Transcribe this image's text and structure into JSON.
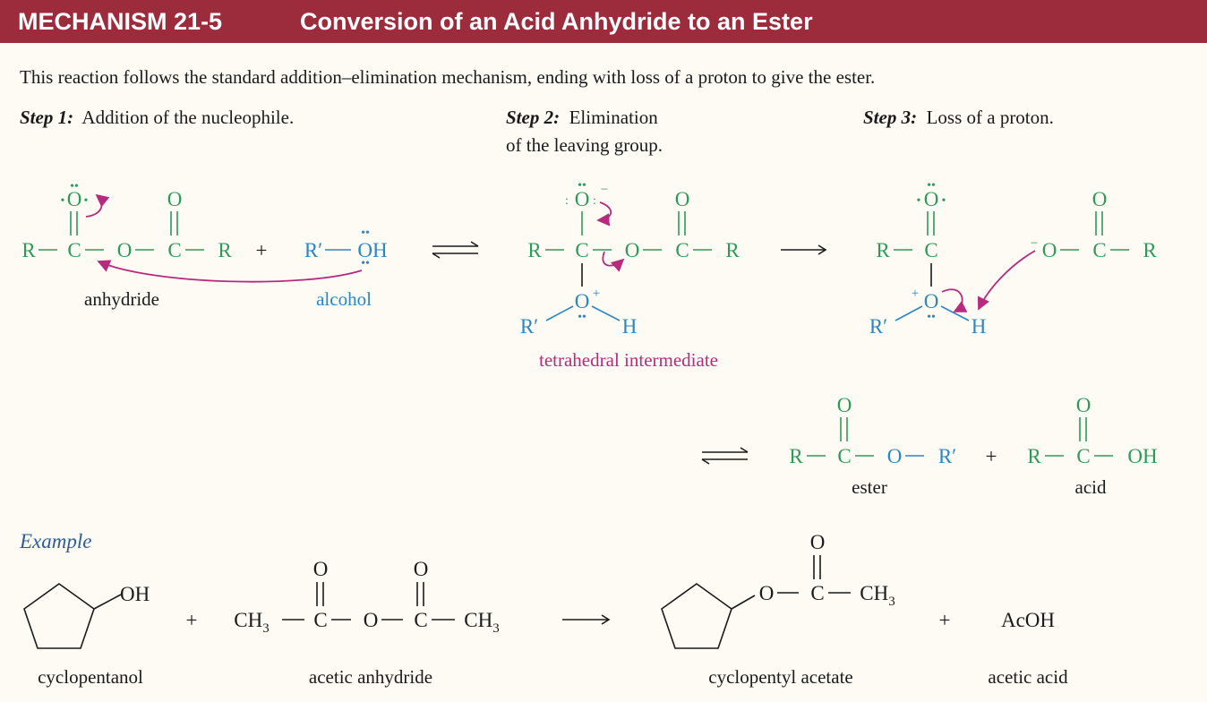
{
  "title": {
    "mechanism": "MECHANISM 21-5",
    "name": "Conversion of an Acid Anhydride to an Ester"
  },
  "intro": "This reaction follows the standard addition–elimination mechanism, ending with loss of a proton to give the ester.",
  "steps": [
    {
      "label": "Step 1:",
      "text": "Addition of the nucleophile."
    },
    {
      "label": "Step 2:",
      "text": "Elimination",
      "text2": "of the leaving group."
    },
    {
      "label": "Step 3:",
      "text": "Loss of a proton."
    }
  ],
  "labels": {
    "anhydride": "anhydride",
    "alcohol": "alcohol",
    "tetrahedral": "tetrahedral intermediate",
    "ester": "ester",
    "acid": "acid",
    "example": "Example",
    "cyclopentanol": "cyclopentanol",
    "acetic_anhydride": "acetic anhydride",
    "cyclopentyl_acetate": "cyclopentyl acetate",
    "acetic_acid": "acetic acid"
  },
  "atoms": {
    "O": "O",
    "C": "C",
    "R": "R",
    "H": "H",
    "OH": "OH",
    "Rprime": "R′",
    "CH": "CH",
    "sub3": "3",
    "AcOH": "AcOH",
    "plus": "+",
    "minus": "−",
    "dots": "••"
  },
  "colors": {
    "header": "#9c2b3c",
    "green": "#2e9a5a",
    "blue": "#2b86c4",
    "magenta": "#b82a7e",
    "example": "#2a5f9c"
  }
}
